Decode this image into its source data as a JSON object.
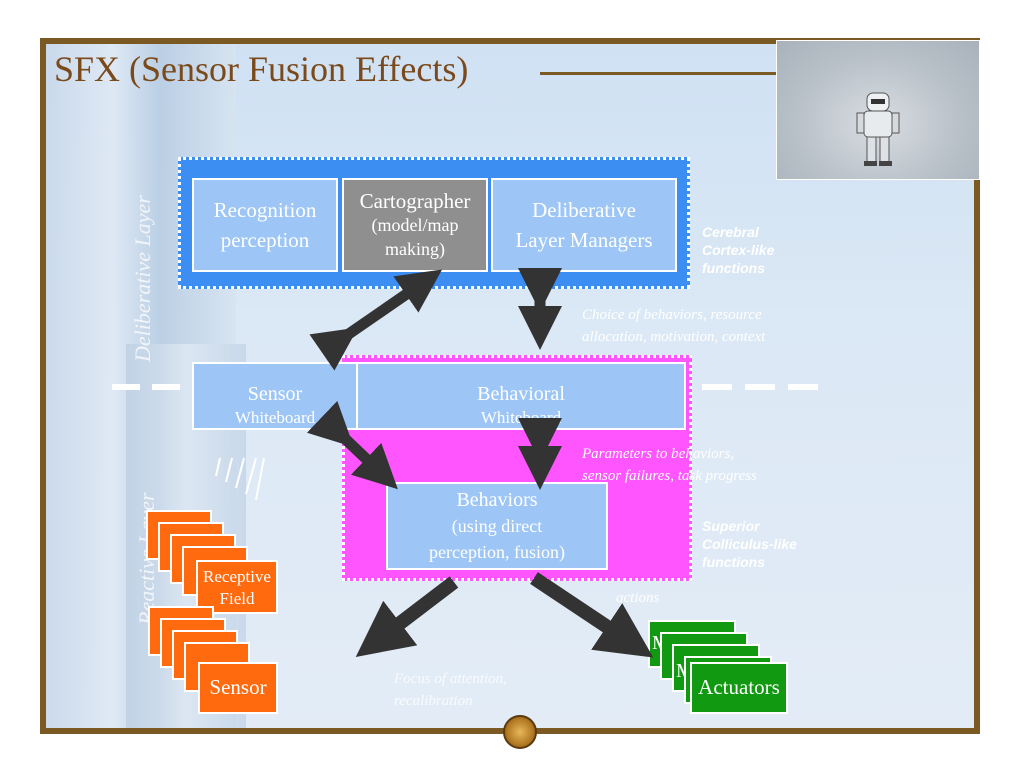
{
  "slide": {
    "title": "SFX (Sensor Fusion Effects)"
  },
  "layers": {
    "deliberative": "Deliberative Layer",
    "reactive": "Reactive Layer"
  },
  "deliberative_boxes": {
    "recognition_line1": "Recognition",
    "recognition_line2": "perception",
    "cartographer_line1": "Cartographer",
    "cartographer_line2": "(model/map",
    "cartographer_line3": "making)",
    "managers_line1": "Deliberative",
    "managers_line2": "Layer Managers"
  },
  "whiteboards": {
    "sensor_line1": "Sensor",
    "sensor_line2": "Whiteboard",
    "behavioral_line1": "Behavioral",
    "behavioral_line2": "Whiteboard"
  },
  "behaviors": {
    "line1": "Behaviors",
    "line2": "(using direct",
    "line3": "perception, fusion)"
  },
  "annotations": {
    "choice_line1": "Choice of behaviors, resource",
    "choice_line2": "allocation, motivation, context",
    "params_line1": "Parameters to behaviors,",
    "params_line2": "sensor failures, task progress",
    "actions": "actions",
    "focus_line1": "Focus of attention,",
    "focus_line2": "recalibration"
  },
  "function_labels": {
    "cerebral_line1": "Cerebral",
    "cerebral_line2": "Cortex-like",
    "cerebral_line3": "functions",
    "superior_line1": "Superior",
    "superior_line2": "Colliculus-like",
    "superior_line3": "functions"
  },
  "stacks": {
    "receptive_line1": "Receptive",
    "receptive_line2": "Field",
    "sensor": "Sensor",
    "actuators": "Actuators",
    "actuator_partial": "M"
  },
  "colors": {
    "deliberative_blue": "#3c8ef2",
    "box_light_blue": "#9dc6f6",
    "cartographer_gray": "#8f8f8f",
    "reactive_magenta": "#ff55ff",
    "sensor_orange": "#ff6a0e",
    "actuator_green": "#119a11",
    "frame_brown": "#7a5a22"
  }
}
